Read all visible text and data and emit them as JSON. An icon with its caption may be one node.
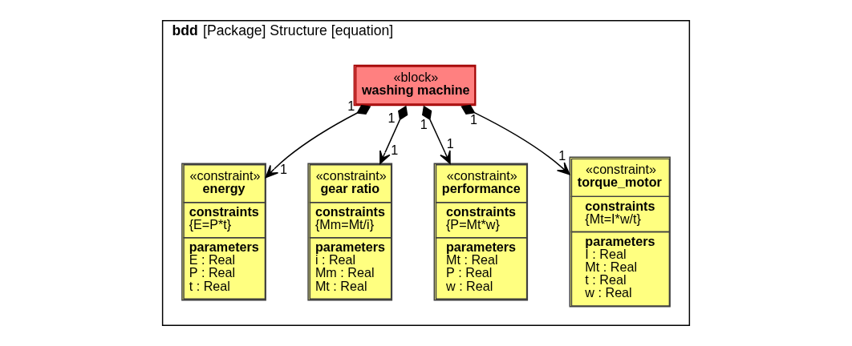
{
  "diagram": {
    "nodes": [
      {
        "text": [
          "**bdd** [Package] Structure [equation]"
        ]
      },
      {
        "text": [
          "«block»",
          "washing machine"
        ],
        "in": 0
      },
      {
        "text": [
          "«constraint»",
          "energy",
          "constraints",
          "{E=P*t}",
          "parameters",
          "E : Real",
          "P : Real",
          "t : Real"
        ],
        "in": 0
      },
      {
        "text": [
          "«constraint»",
          "gear ratio",
          "constraints",
          "{Mm=Mt/i}",
          "parameters",
          "i : Real",
          "Mm : Real",
          "Mt : Real"
        ],
        "in": 0
      },
      {
        "text": [
          "«constraint»",
          "performance",
          "constraints",
          "{P=Mt*w}",
          "parameters",
          "Mt : Real",
          "P : Real",
          "w : Real"
        ],
        "in": 0
      },
      {
        "text": [
          "«constraint»",
          "torque_motor",
          "constraints",
          "{Mt=I*w/t}",
          "parameters",
          "I : Real",
          "Mt : Real",
          "t : Real",
          "w : Real"
        ],
        "in": 0
      }
    ],
    "edges": [
      {
        "from": 1,
        "to": 2,
        "arrow": "to"
      },
      {
        "from": 1,
        "to": 3,
        "arrow": "to"
      },
      {
        "from": 1,
        "to": 4,
        "arrow": "to"
      },
      {
        "from": 1,
        "to": 5,
        "arrow": "to"
      }
    ],
    "labels": [
      "1",
      "1",
      "1",
      "1",
      "1",
      "1",
      "1",
      "1"
    ]
  }
}
